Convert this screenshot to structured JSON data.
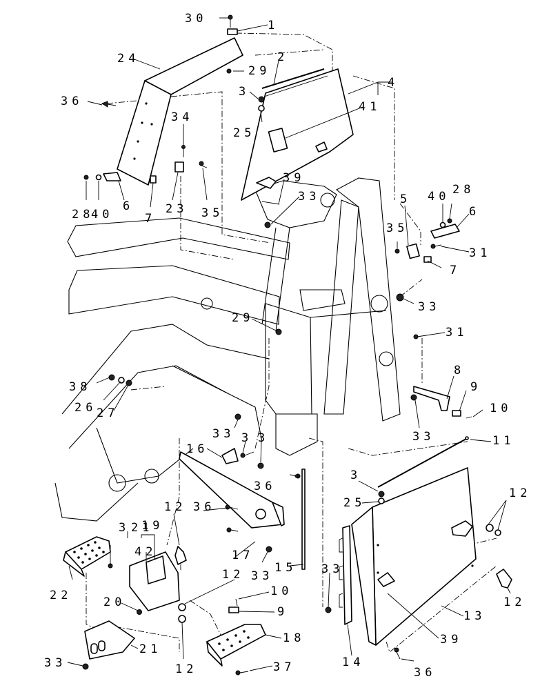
{
  "callouts": [
    {
      "id": "c30",
      "text": "30"
    },
    {
      "id": "c1",
      "text": "1"
    },
    {
      "id": "c24",
      "text": "24"
    },
    {
      "id": "c2",
      "text": "2"
    },
    {
      "id": "c29a",
      "text": "29"
    },
    {
      "id": "c4",
      "text": "4"
    },
    {
      "id": "c3a",
      "text": "3"
    },
    {
      "id": "c36a",
      "text": "36"
    },
    {
      "id": "c41",
      "text": "41"
    },
    {
      "id": "c25a",
      "text": "25"
    },
    {
      "id": "c34",
      "text": "34"
    },
    {
      "id": "c39a",
      "text": "39"
    },
    {
      "id": "c33a",
      "text": "33"
    },
    {
      "id": "c28a",
      "text": "28"
    },
    {
      "id": "c40a",
      "text": "40"
    },
    {
      "id": "c6a",
      "text": "6"
    },
    {
      "id": "c7a",
      "text": "7"
    },
    {
      "id": "c23",
      "text": "23"
    },
    {
      "id": "c35a",
      "text": "35"
    },
    {
      "id": "c5",
      "text": "5"
    },
    {
      "id": "c40b",
      "text": "40"
    },
    {
      "id": "c28b",
      "text": "28"
    },
    {
      "id": "c6b",
      "text": "6"
    },
    {
      "id": "c35b",
      "text": "35"
    },
    {
      "id": "c31a",
      "text": "31"
    },
    {
      "id": "c7b",
      "text": "7"
    },
    {
      "id": "c33b",
      "text": "33"
    },
    {
      "id": "c29b",
      "text": "29"
    },
    {
      "id": "c31b",
      "text": "31"
    },
    {
      "id": "c38",
      "text": "38"
    },
    {
      "id": "c26",
      "text": "26"
    },
    {
      "id": "c27",
      "text": "27"
    },
    {
      "id": "c8",
      "text": "8"
    },
    {
      "id": "c9a",
      "text": "9"
    },
    {
      "id": "c10a",
      "text": "10"
    },
    {
      "id": "c33c",
      "text": "33"
    },
    {
      "id": "c16",
      "text": "16"
    },
    {
      "id": "c33d",
      "text": "33"
    },
    {
      "id": "c3b",
      "text": "3"
    },
    {
      "id": "c3c",
      "text": "3"
    },
    {
      "id": "c11",
      "text": "11"
    },
    {
      "id": "c3d",
      "text": "3"
    },
    {
      "id": "c36b",
      "text": "36"
    },
    {
      "id": "c25b",
      "text": "25"
    },
    {
      "id": "c12a",
      "text": "12"
    },
    {
      "id": "c12b",
      "text": "12"
    },
    {
      "id": "c36c",
      "text": "36"
    },
    {
      "id": "c3e",
      "text": "3"
    },
    {
      "id": "c21a",
      "text": "21"
    },
    {
      "id": "c19",
      "text": "19"
    },
    {
      "id": "c42",
      "text": "42"
    },
    {
      "id": "c17",
      "text": "17"
    },
    {
      "id": "c33e",
      "text": "33"
    },
    {
      "id": "c15",
      "text": "15"
    },
    {
      "id": "c33f",
      "text": "33"
    },
    {
      "id": "c22",
      "text": "22"
    },
    {
      "id": "c12c",
      "text": "12"
    },
    {
      "id": "c10b",
      "text": "10"
    },
    {
      "id": "c9b",
      "text": "9"
    },
    {
      "id": "c20",
      "text": "20"
    },
    {
      "id": "c13",
      "text": "13"
    },
    {
      "id": "c39b",
      "text": "39"
    },
    {
      "id": "c12d",
      "text": "12"
    },
    {
      "id": "c18",
      "text": "18"
    },
    {
      "id": "c21b",
      "text": "21"
    },
    {
      "id": "c33g",
      "text": "33"
    },
    {
      "id": "c12e",
      "text": "12"
    },
    {
      "id": "c37",
      "text": "37"
    },
    {
      "id": "c14",
      "text": "14"
    },
    {
      "id": "c36d",
      "text": "36"
    }
  ]
}
